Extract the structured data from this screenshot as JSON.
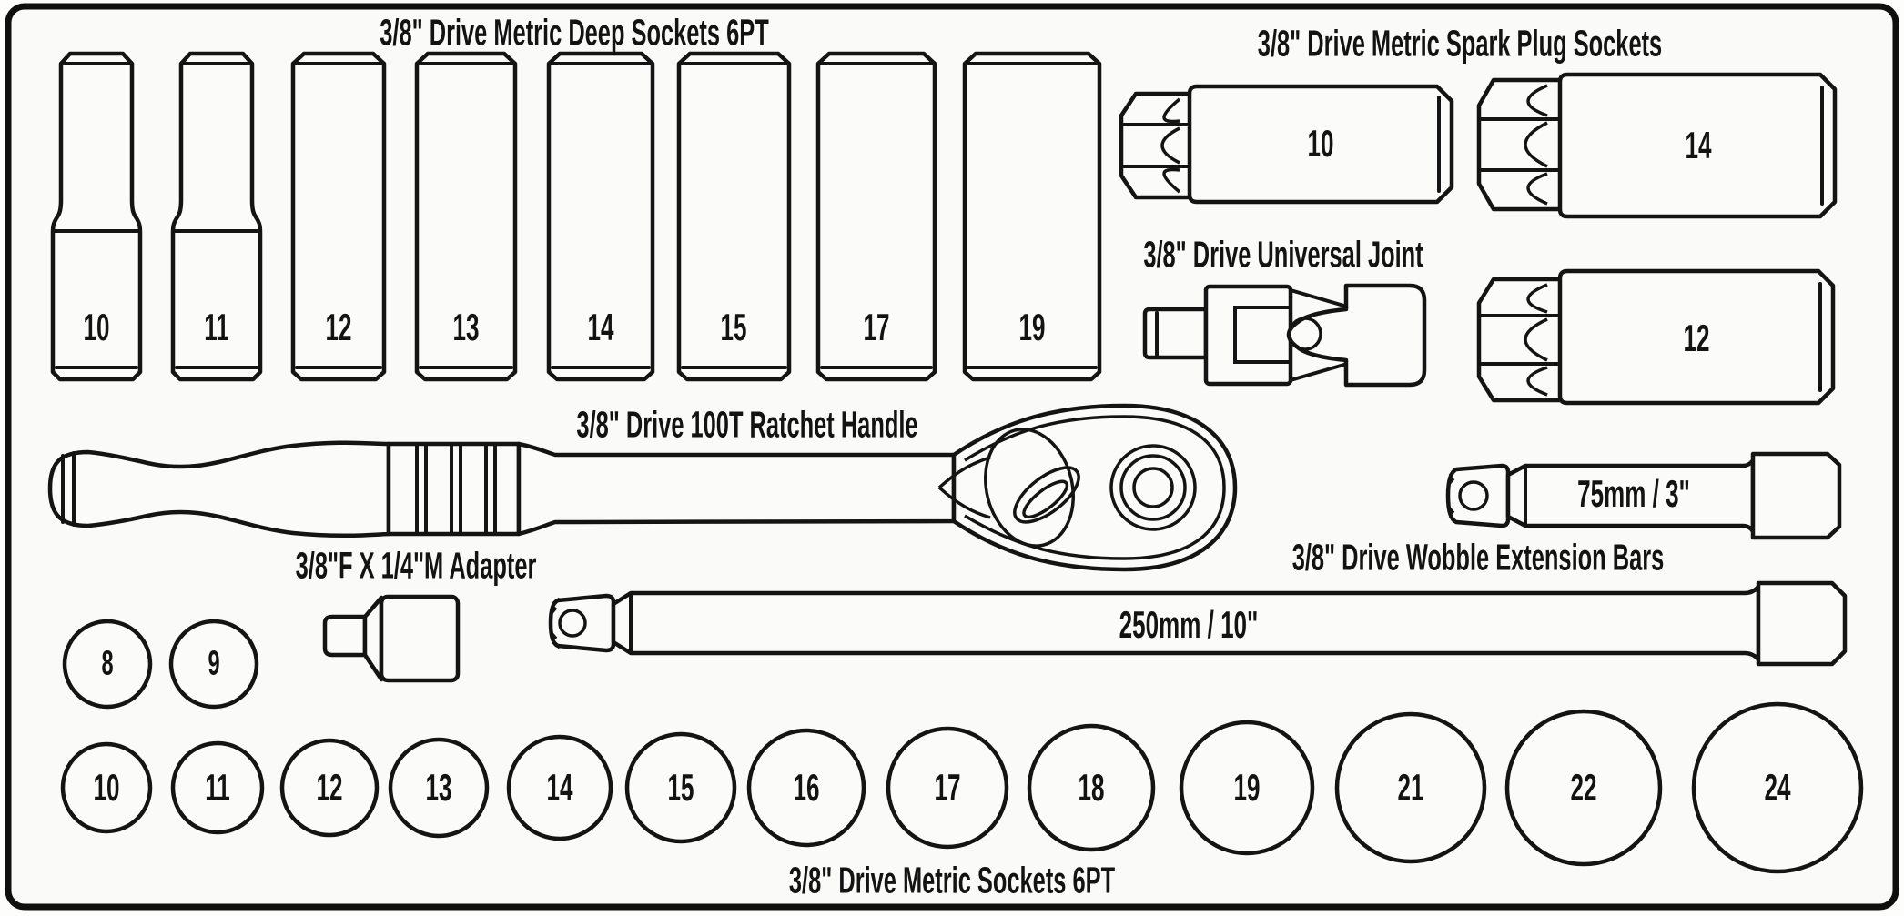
{
  "canvas": {
    "background": "#fdfdfc",
    "line_color": "#141414",
    "text_color": "#131313"
  },
  "sections": {
    "deep_sockets": {
      "title": "3/8\" Drive Metric Deep Sockets 6PT",
      "sizes": [
        "10",
        "11",
        "12",
        "13",
        "14",
        "15",
        "17",
        "19"
      ]
    },
    "spark_plug_sockets": {
      "title": "3/8\" Drive Metric Spark Plug Sockets",
      "sizes": [
        "10",
        "14",
        "12"
      ]
    },
    "universal_joint": {
      "title": "3/8\" Drive Universal Joint"
    },
    "ratchet_handle": {
      "title": "3/8\" Drive 100T Ratchet Handle"
    },
    "adapter": {
      "title": "3/8\"F X 1/4\"M Adapter"
    },
    "extension_bars": {
      "title": "3/8\" Drive Wobble Extension Bars",
      "bars": [
        {
          "length_label": "75mm / 3\""
        },
        {
          "length_label": "250mm / 10\""
        }
      ]
    },
    "metric_sockets": {
      "title": "3/8\" Drive Metric Sockets 6PT",
      "small_sizes": [
        "8",
        "9"
      ],
      "sizes": [
        "10",
        "11",
        "12",
        "13",
        "14",
        "15",
        "16",
        "17",
        "18",
        "19",
        "21",
        "22",
        "24"
      ]
    }
  }
}
